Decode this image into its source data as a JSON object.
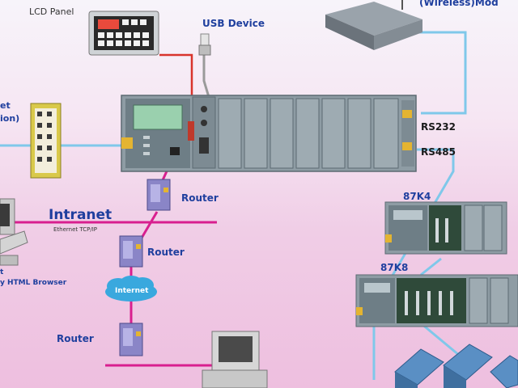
{
  "labels": {
    "lcd_panel": "LCD Panel",
    "usb_device": "USB Device",
    "wireless_modem_partial": "(Wireless)Mod",
    "rs232": "RS232",
    "rs485": "RS485",
    "router_1": "Router",
    "router_2": "Router",
    "router_3": "Router",
    "intranet": "Intranet",
    "ethernet_protocol": "Ethernet TCP/IP",
    "internet": "Internet",
    "expansion_87k4": "87K4",
    "expansion_87k8": "87K8",
    "left_partial_1": "et",
    "left_partial_2": "ion)",
    "left_partial_3": "t",
    "left_partial_4": "y HTML Browser"
  },
  "colors": {
    "link_cyan": "#7fc8ea",
    "link_magenta": "#d81f8f",
    "label_blue": "#1f3f9e",
    "red_cable": "#d8342c"
  }
}
